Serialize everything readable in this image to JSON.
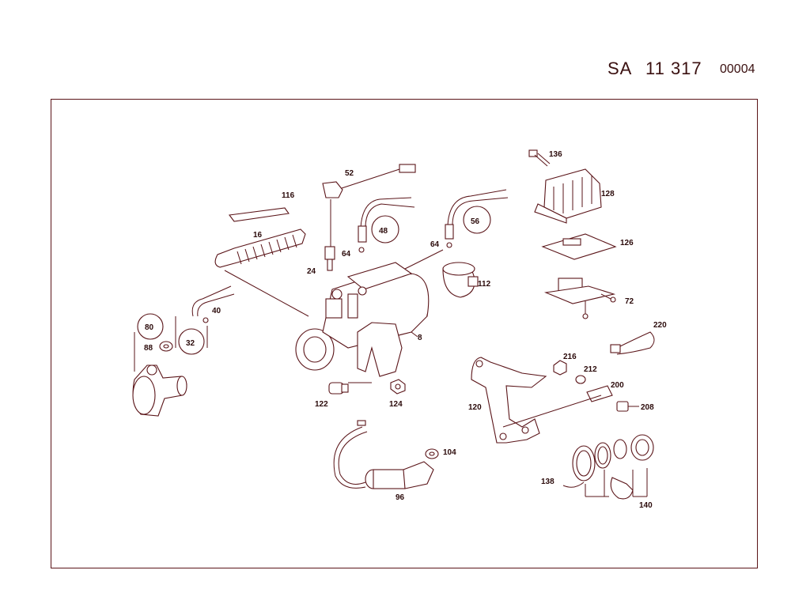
{
  "header": {
    "prefix": "SA",
    "number": "11 317",
    "code": "00004"
  },
  "callouts": {
    "c16": "16",
    "c116": "116",
    "c52": "52",
    "c24": "24",
    "c64a": "64",
    "c48": "48",
    "c64b": "64",
    "c56": "56",
    "c136": "136",
    "c128": "128",
    "c126": "126",
    "c112": "112",
    "c72": "72",
    "c40": "40",
    "c80": "80",
    "c88": "88",
    "c32": "32",
    "c8": "8",
    "c122": "122",
    "c124": "124",
    "c220": "220",
    "c216": "216",
    "c212": "212",
    "c200": "200",
    "c208": "208",
    "c120": "120",
    "c104": "104",
    "c96": "96",
    "c138": "138",
    "c140": "140"
  },
  "colors": {
    "line": "#5a1418",
    "text": "#2b0a0a"
  }
}
